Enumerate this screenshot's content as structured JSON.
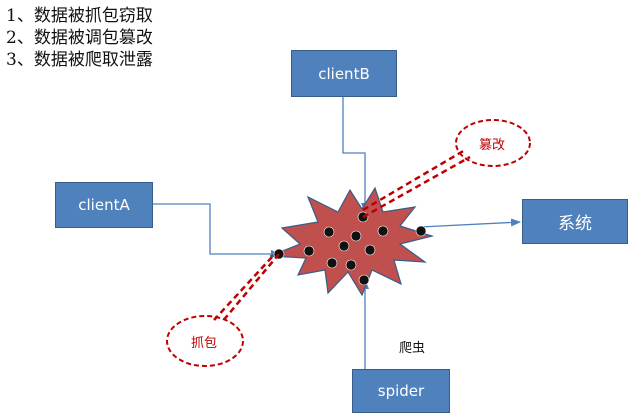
{
  "threats": [
    "1、数据被抓包窃取",
    "2、数据被调包篡改",
    "3、数据被爬取泄露"
  ],
  "nodes": {
    "clientB": "clientB",
    "clientA": "clientA",
    "system": "系统",
    "spider": "spider"
  },
  "callouts": {
    "tamper": "篡改",
    "capture": "抓包"
  },
  "edge_label": "爬虫",
  "colors": {
    "node_fill": "#4f81bd",
    "node_border": "#385d8a",
    "burst_fill": "#c0504d",
    "burst_border": "#385d8a",
    "callout_red": "#c00000",
    "arrow": "#4f81bd"
  }
}
